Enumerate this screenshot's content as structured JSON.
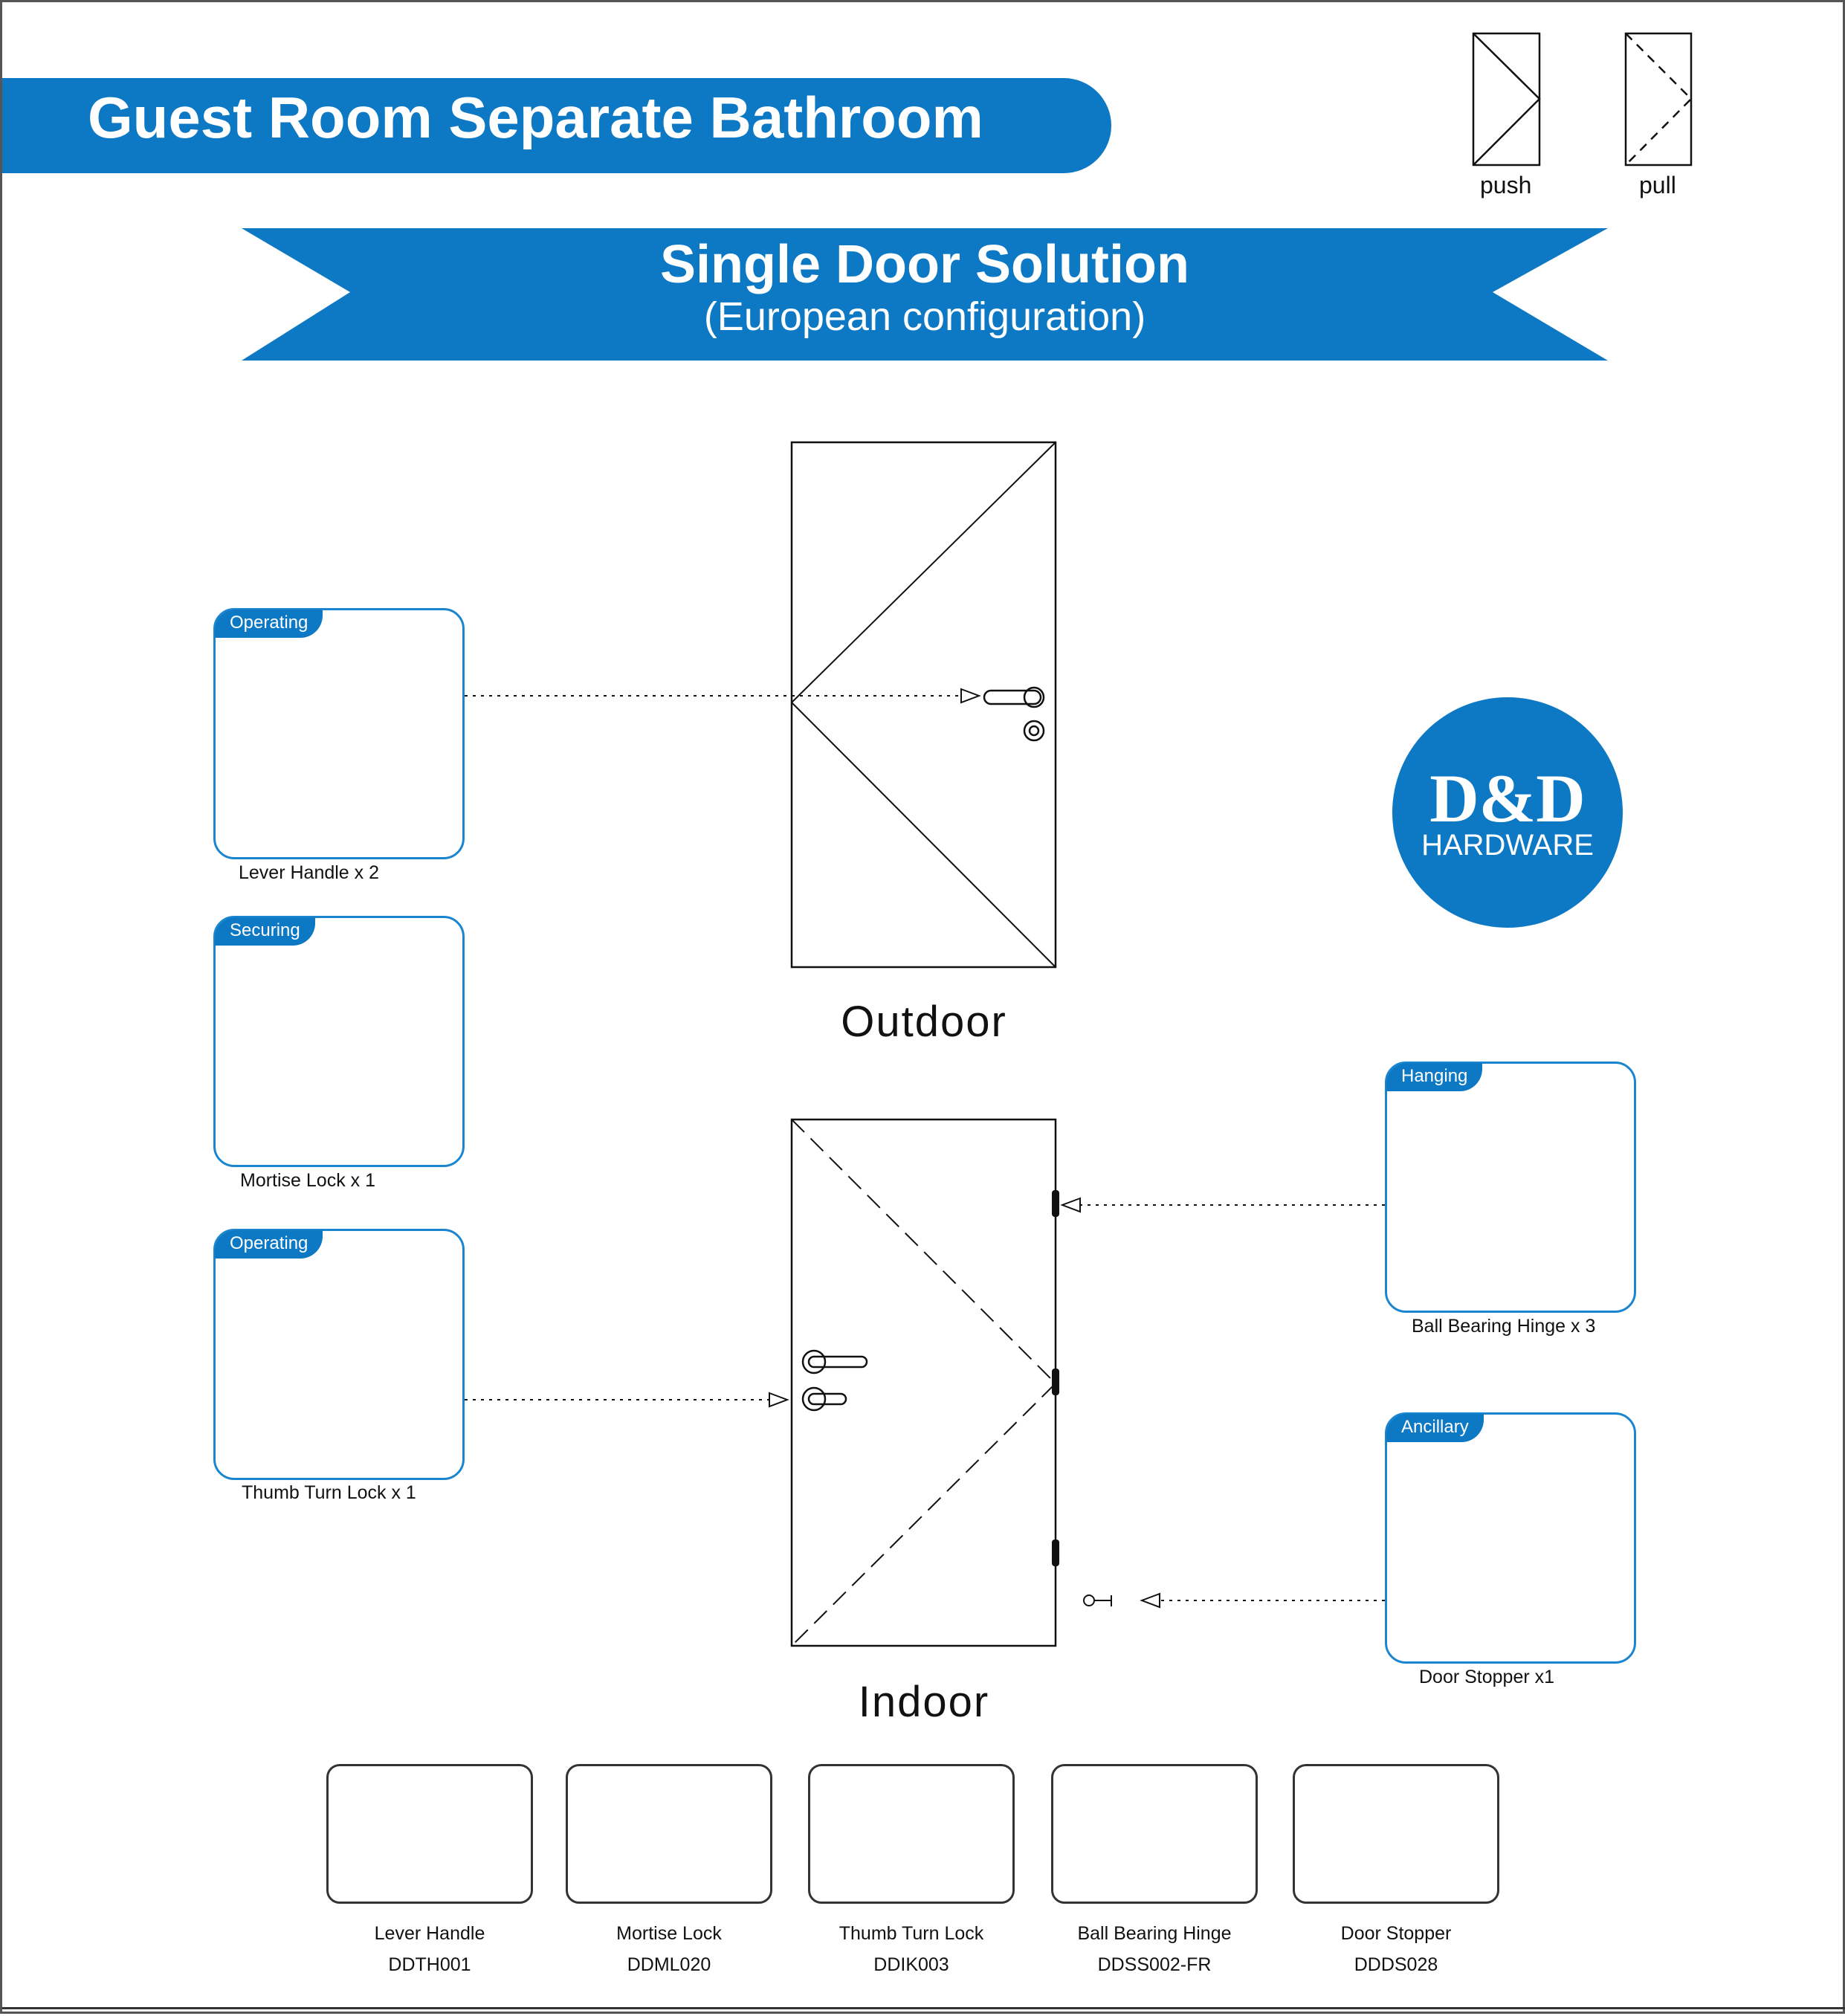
{
  "header": {
    "title": "Guest Room Separate Bathroom",
    "subtitle": "Single Door Solution",
    "configuration": "(European configuration)"
  },
  "legend": {
    "push": "push",
    "pull": "pull"
  },
  "logo": {
    "name": "D&D",
    "sub": "HARDWARE"
  },
  "doors": {
    "outdoor": "Outdoor",
    "indoor": "Indoor"
  },
  "products": [
    {
      "category": "Operating",
      "caption": "Lever Handle x 2"
    },
    {
      "category": "Securing",
      "caption": "Mortise Lock x 1"
    },
    {
      "category": "Operating",
      "caption": "Thumb Turn Lock x 1"
    },
    {
      "category": "Hanging",
      "caption": "Ball Bearing Hinge x 3"
    },
    {
      "category": "Ancillary",
      "caption": "Door Stopper x1"
    }
  ],
  "catalog": [
    {
      "name": "Lever Handle",
      "code": "DDTH001"
    },
    {
      "name": "Mortise Lock",
      "code": "DDML020"
    },
    {
      "name": "Thumb Turn Lock",
      "code": "DDIK003"
    },
    {
      "name": "Ball Bearing Hinge",
      "code": "DDSS002-FR"
    },
    {
      "name": "Door Stopper",
      "code": "DDDS028"
    }
  ],
  "colors": {
    "brand_blue": "#0d78c3",
    "card_border": "#1b86cf",
    "indicator_red": "#e0312b"
  }
}
